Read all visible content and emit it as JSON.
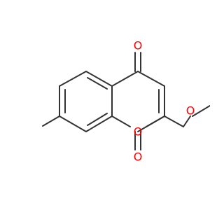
{
  "molecule": {
    "atoms": {
      "O_keto": "O",
      "O_ring": "O",
      "O_ester_carbonyl": "O",
      "O_ester": "O"
    },
    "colors": {
      "bond": "#333333",
      "oxygen": "#ff0000"
    }
  }
}
